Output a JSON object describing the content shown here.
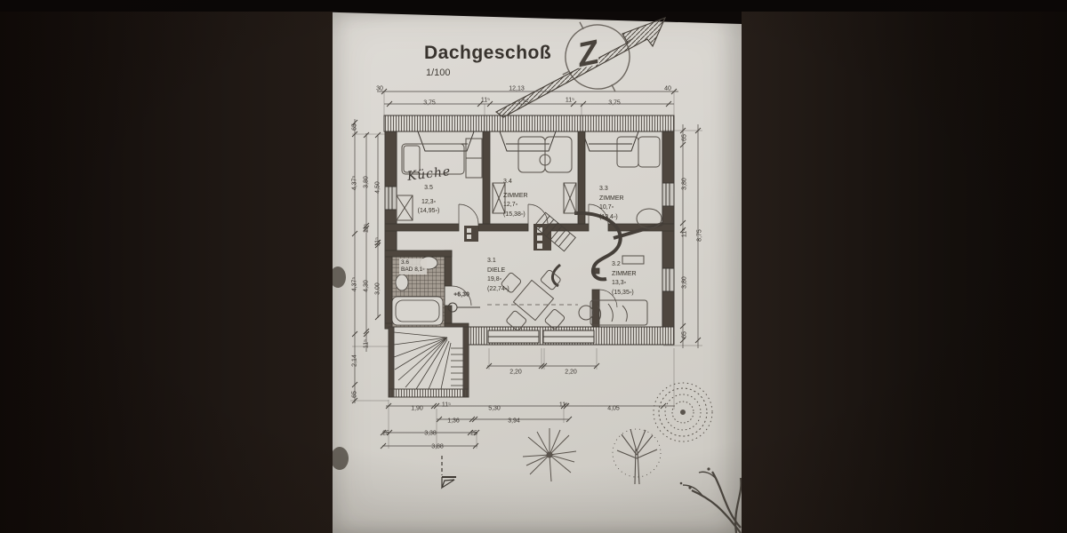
{
  "header": {
    "title": "Dachgeschoß",
    "scale": "1/100"
  },
  "north": {
    "letter": "Z"
  },
  "level_marker": "+6,30",
  "rooms": [
    {
      "id": "3.5",
      "name": "Küche",
      "area": "12,3▫",
      "total": "(14,95▫)"
    },
    {
      "id": "3.4",
      "name": "ZIMMER",
      "area": "12,7▫",
      "total": "(15,38▫)"
    },
    {
      "id": "3.3",
      "name": "ZIMMER",
      "area": "10,7▫",
      "total": "(13,4▫)"
    },
    {
      "id": "3.1",
      "name": "DIELE",
      "area": "19,8▫",
      "total": "(22,74▫)"
    },
    {
      "id": "3.2",
      "name": "ZIMMER",
      "area": "13,3▫",
      "total": "(15,35▫)"
    },
    {
      "id": "3.6",
      "name": "BAD",
      "area": "8,1▫",
      "total": ""
    }
  ],
  "dims": {
    "top_total": [
      "30",
      "12,13",
      "40"
    ],
    "top_segments": [
      "3,75",
      "11⁵",
      "3,75",
      "11⁵",
      "3,75"
    ],
    "left_outer": [
      "65",
      "4,37⁵",
      "4,37⁵",
      "2,14",
      "65"
    ],
    "left_mid": [
      "3,80",
      "11⁵",
      "4,30",
      "11⁵"
    ],
    "left_inner": [
      "4,50",
      "11⁵",
      "3,00"
    ],
    "right_inner": [
      "65",
      "3,80",
      "11⁵",
      "3,80",
      "65"
    ],
    "right_outer": [
      "8,75"
    ],
    "bottom_windows": [
      "2,20",
      "2,20"
    ],
    "bottom_r1": [
      "1,90",
      "11⁵",
      "5,30",
      "11⁵",
      "4,05"
    ],
    "bottom_r2": [
      "1,36",
      "3,94"
    ],
    "bottom_r3": [
      "25",
      "3,38",
      "25"
    ],
    "bottom_r4": [
      "3,88"
    ]
  }
}
